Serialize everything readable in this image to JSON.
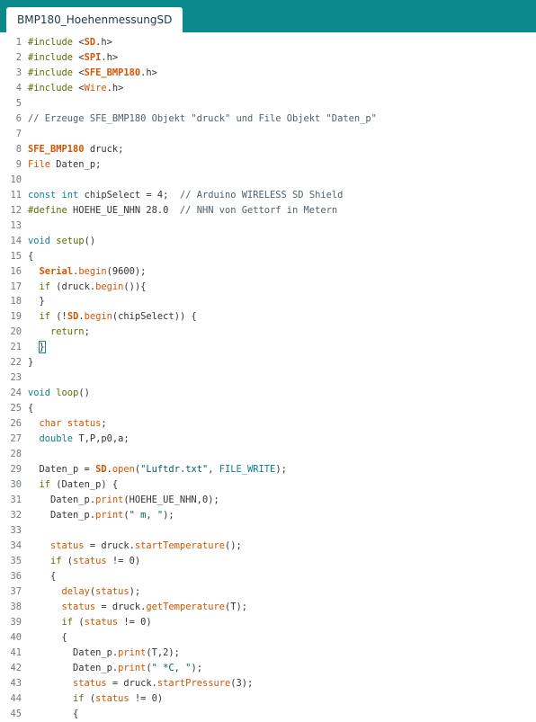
{
  "tab": {
    "label": "BMP180_HoehenmessungSD"
  },
  "lines": [
    {
      "n": "1",
      "html": "<span class=\"pre\">#include</span> &lt;<span class=\"inc\">SD</span>.h&gt;"
    },
    {
      "n": "2",
      "html": "<span class=\"pre\">#include</span> &lt;<span class=\"inc\">SPI</span>.h&gt;"
    },
    {
      "n": "3",
      "html": "<span class=\"pre\">#include</span> &lt;<span class=\"inc\">SFE_BMP180</span>.h&gt;"
    },
    {
      "n": "4",
      "html": "<span class=\"pre\">#include</span> &lt;<span class=\"fn\">Wire</span>.h&gt;"
    },
    {
      "n": "5",
      "html": ""
    },
    {
      "n": "6",
      "html": "<span class=\"cm\">// Erzeuge SFE_BMP180 Objekt \"druck\" und File Objekt \"Daten_p\"</span>"
    },
    {
      "n": "7",
      "html": ""
    },
    {
      "n": "8",
      "html": "<span class=\"ty\">SFE_BMP180</span> druck;"
    },
    {
      "n": "9",
      "html": "<span class=\"fn\">File</span> Daten_p;"
    },
    {
      "n": "10",
      "html": ""
    },
    {
      "n": "11",
      "html": "<span class=\"kw\">const</span> <span class=\"kw\">int</span> chipSelect = 4;  <span class=\"cm\">// Arduino WIRELESS SD Shield</span>"
    },
    {
      "n": "12",
      "html": "<span class=\"pre\">#define</span> HOEHE_UE_NHN 28.0  <span class=\"cm\">// NHN von Gettorf in Metern</span>"
    },
    {
      "n": "13",
      "html": ""
    },
    {
      "n": "14",
      "html": "<span class=\"kw\">void</span> <span class=\"kw2\">setup</span>()"
    },
    {
      "n": "15",
      "html": "{"
    },
    {
      "n": "16",
      "html": "  <span class=\"ty\">Serial</span>.<span class=\"fn\">begin</span>(9600);"
    },
    {
      "n": "17",
      "html": "  <span class=\"kw2\">if</span> (druck.<span class=\"fn\">begin</span>()){"
    },
    {
      "n": "18",
      "html": "  }"
    },
    {
      "n": "19",
      "html": "  <span class=\"kw2\">if</span> (!<span class=\"ty\">SD</span>.<span class=\"fn\">begin</span>(chipSelect)) {"
    },
    {
      "n": "20",
      "html": "    <span class=\"kw2\">return</span>;"
    },
    {
      "n": "21",
      "html": "  <span class=\"cursor-box\">}</span>"
    },
    {
      "n": "22",
      "html": "}"
    },
    {
      "n": "23",
      "html": ""
    },
    {
      "n": "24",
      "html": "<span class=\"kw\">void</span> <span class=\"kw2\">loop</span>()"
    },
    {
      "n": "25",
      "html": "{"
    },
    {
      "n": "26",
      "html": "  <span class=\"fn\">char</span> <span class=\"fn\">status</span>;"
    },
    {
      "n": "27",
      "html": "  <span class=\"kw\">double</span> T,P,p0,a;"
    },
    {
      "n": "28",
      "html": ""
    },
    {
      "n": "29",
      "html": "  Daten_p = <span class=\"ty\">SD</span>.<span class=\"fn\">open</span>(<span class=\"str\">\"Luftdr.txt\"</span>, <span class=\"kw\">FILE_WRITE</span>);"
    },
    {
      "n": "30",
      "html": "  <span class=\"kw2\">if</span> (Daten_p) {"
    },
    {
      "n": "31",
      "html": "    Daten_p.<span class=\"fn\">print</span>(HOEHE_UE_NHN,0);"
    },
    {
      "n": "32",
      "html": "    Daten_p.<span class=\"fn\">print</span>(<span class=\"str\">\" m, \"</span>);"
    },
    {
      "n": "33",
      "html": ""
    },
    {
      "n": "34",
      "html": "    <span class=\"fn\">status</span> = druck.<span class=\"fn\">startTemperature</span>();"
    },
    {
      "n": "35",
      "html": "    <span class=\"kw2\">if</span> (<span class=\"fn\">status</span> != 0)"
    },
    {
      "n": "36",
      "html": "    {"
    },
    {
      "n": "37",
      "html": "      <span class=\"fn\">delay</span>(<span class=\"fn\">status</span>);"
    },
    {
      "n": "38",
      "html": "      <span class=\"fn\">status</span> = druck.<span class=\"fn\">getTemperature</span>(T);"
    },
    {
      "n": "39",
      "html": "      <span class=\"kw2\">if</span> (<span class=\"fn\">status</span> != 0)"
    },
    {
      "n": "40",
      "html": "      {"
    },
    {
      "n": "41",
      "html": "        Daten_p.<span class=\"fn\">print</span>(T,2);"
    },
    {
      "n": "42",
      "html": "        Daten_p.<span class=\"fn\">print</span>(<span class=\"str\">\" *C, \"</span>);"
    },
    {
      "n": "43",
      "html": "        <span class=\"fn\">status</span> = druck.<span class=\"fn\">startPressure</span>(3);"
    },
    {
      "n": "44",
      "html": "        <span class=\"kw2\">if</span> (<span class=\"fn\">status</span> != 0)"
    },
    {
      "n": "45",
      "html": "        {"
    }
  ]
}
